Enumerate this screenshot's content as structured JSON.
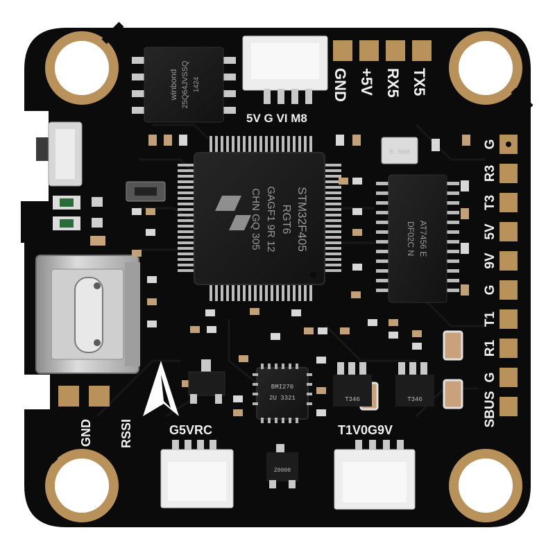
{
  "colors": {
    "pcb": "#0b0b0b",
    "trace": "#141414",
    "gold": "#b8925a",
    "gold_light": "#d9b67c",
    "silkscreen": "#f2f2f2",
    "chip": "#191919",
    "usb_metal": "#b9b9b9",
    "connector": "#ededed"
  },
  "labels": {
    "top_connector": "5V G VI M8",
    "uart_gnd": "GND",
    "uart_5v": "+5V",
    "uart_rx": "RX5",
    "uart_tx": "TX5",
    "right_pins": [
      "G",
      "R3",
      "T3",
      "5V",
      "9V",
      "G",
      "T1",
      "R1",
      "G",
      "SBUS"
    ],
    "left_gnd": "GND",
    "left_rssi": "RSSI",
    "bottom_left_connector": "G5VRC",
    "bottom_right_connector": "T1V0G9V"
  },
  "chips": {
    "mcu_lines": [
      "STM32F405",
      "RGT6",
      "GAGF1 9R 12",
      "CHN GQ 305"
    ],
    "flash_lines": [
      "winbond",
      "25Q64JVSSQ",
      "1424"
    ],
    "osd_lines": [
      "AT7456 E",
      "DF02C N"
    ],
    "osc_label": "8.000",
    "gyro_lines": [
      "BMI270",
      "2U 3321"
    ],
    "mosfet_label": "T346",
    "regulator_label": "Z0000"
  }
}
